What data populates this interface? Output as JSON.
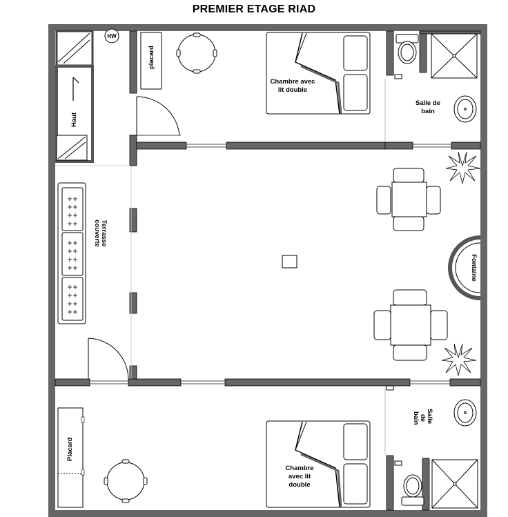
{
  "title": "PREMIER ETAGE RIAD",
  "labels": {
    "hw": "HW",
    "haut": "Haut",
    "placard_top": "placard",
    "placard_bottom": "Placard",
    "chambre_top_l1": "Chambre avec",
    "chambre_top_l2": "lit double",
    "chambre_bottom_l1": "Chambre",
    "chambre_bottom_l2": "avec lit",
    "chambre_bottom_l3": "double",
    "sdb_top_l1": "Salle de",
    "sdb_top_l2": "bain",
    "sdb_bottom_l1": "Salle",
    "sdb_bottom_l2": "de",
    "sdb_bottom_l3": "bain",
    "terrasse_l1": "Terrasse",
    "terrasse_l2": "couverte",
    "fontaine": "Fontaine"
  },
  "colors": {
    "wall": "#666666",
    "wall_dark": "#4d4d4d",
    "line": "#000000",
    "fill": "#ffffff"
  }
}
